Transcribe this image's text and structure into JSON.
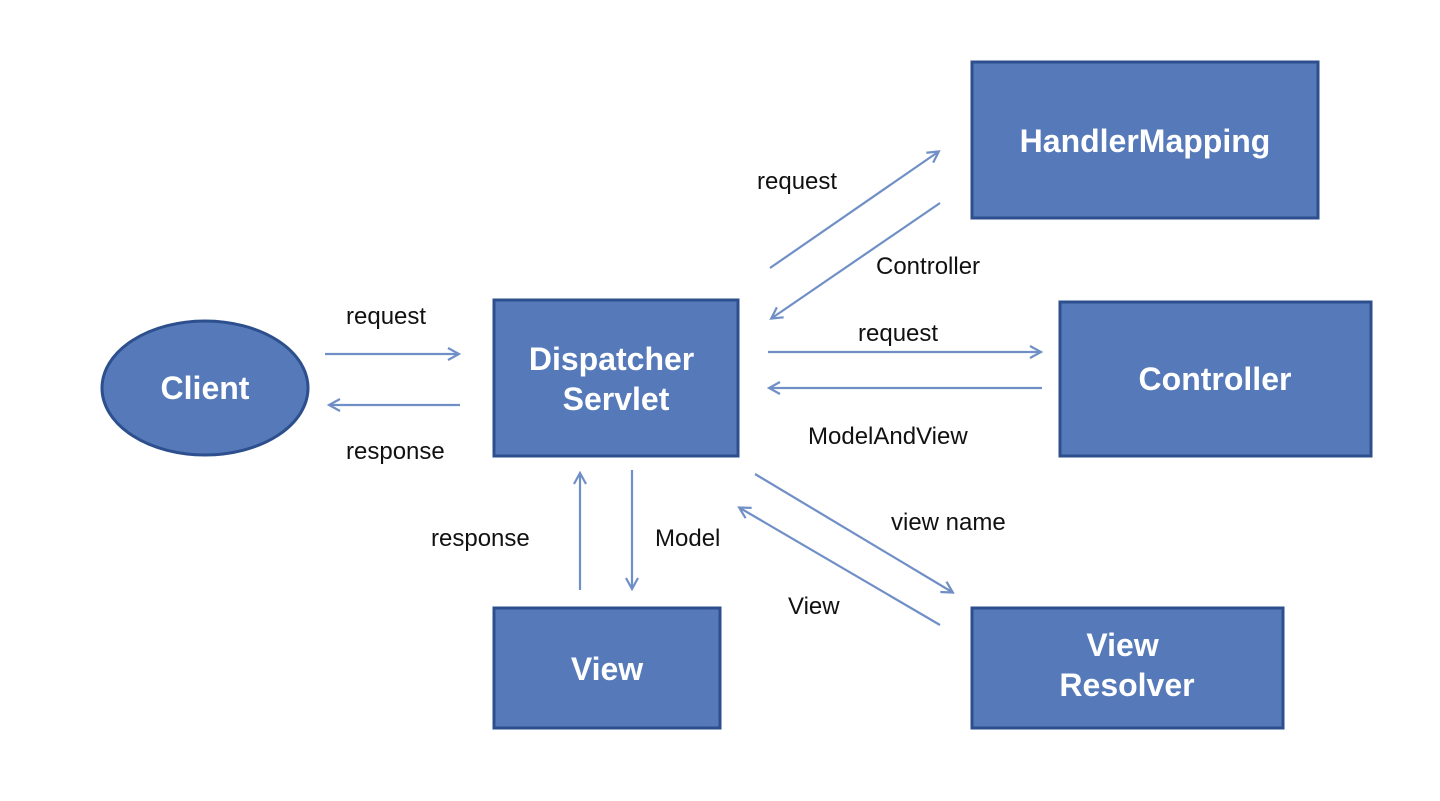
{
  "nodes": {
    "client": "Client",
    "dispatcher": [
      "Dispatcher",
      "Servlet"
    ],
    "handler_mapping": "HandlerMapping",
    "controller": "Controller",
    "view": "View",
    "view_resolver": [
      "View",
      "Resolver"
    ]
  },
  "edges": {
    "client_request": "request",
    "client_response": "response",
    "hm_request": "request",
    "hm_controller": "Controller",
    "ctrl_request": "request",
    "ctrl_model_and_view": "ModelAndView",
    "vr_view_name": "view name",
    "vr_view": "View",
    "view_model": "Model",
    "view_response": "response"
  },
  "colors": {
    "node_fill": "#5579b9",
    "node_border": "#2d4f8e",
    "arrow": "#6f8fc6",
    "node_text": "#ffffff",
    "edge_text": "#111111"
  }
}
